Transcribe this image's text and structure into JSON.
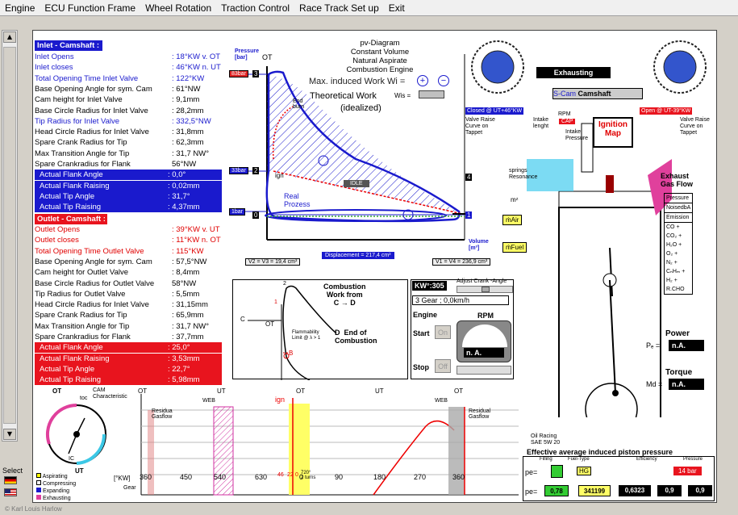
{
  "menu": [
    "Engine",
    "ECU Function Frame",
    "Wheel Rotation",
    "Traction Control",
    "Race Track Set up",
    "Exit"
  ],
  "sidebar": {
    "select_label": "Select",
    "copyright": "© Karl Louis Harlow"
  },
  "inlet": {
    "title": "Inlet - Camshaft :",
    "rows": [
      {
        "label": "Inlet Opens",
        "value": ": 18°KW v. OT",
        "style": "blue"
      },
      {
        "label": "Inlet closes",
        "value": ": 46°KW n. UT",
        "style": "blue"
      },
      {
        "label": "Total Opening Time Inlet Valve",
        "value": ": 122°KW",
        "style": "blue"
      },
      {
        "label": "Base Opening Angle for sym. Cam",
        "value": ": 61°NW",
        "style": ""
      },
      {
        "label": "Cam height for Inlet Valve",
        "value": ": 9,1mm",
        "style": ""
      },
      {
        "label": "Base Circle Radius for Inlet Valve",
        "value": ": 28,2mm",
        "style": ""
      },
      {
        "label": "Tip Radius for Inlet Valve",
        "value": ": 332,5°NW",
        "style": "blue"
      },
      {
        "label": "Head Circle Radius for Inlet Valve",
        "value": ": 31,8mm",
        "style": ""
      },
      {
        "label": "Spare Crank Radius for Tip",
        "value": ": 62,3mm",
        "style": ""
      },
      {
        "label": "Max Transition Angle for Tip",
        "value": ": 31,7 NW°",
        "style": ""
      },
      {
        "label": "Spare Crankradius for Flank",
        "value": "56°NW",
        "style": ""
      }
    ],
    "actual": [
      {
        "label": "Actual Flank Angle",
        "value": ": 0,0°"
      },
      {
        "label": "Actual Flank Raising",
        "value": ": 0,02mm"
      },
      {
        "label": "Actual Tip Angle",
        "value": ": 31,7°"
      },
      {
        "label": "Actual Tip Raising",
        "value": ": 4,37mm"
      }
    ]
  },
  "outlet": {
    "title": "Outlet - Camshaft :",
    "rows": [
      {
        "label": "Outlet Opens",
        "value": ": 39°KW v. UT",
        "style": "red"
      },
      {
        "label": "Outlet closes",
        "value": ": 11°KW n. OT",
        "style": "red"
      },
      {
        "label": "Total Opening Time Outlet Valve",
        "value": ": 115°KW",
        "style": "red"
      },
      {
        "label": "Base Opening Angle for sym. Cam",
        "value": ": 57,5°NW",
        "style": ""
      },
      {
        "label": "Cam height for Outlet Valve",
        "value": ": 8,4mm",
        "style": ""
      },
      {
        "label": "Base Circle Radius for Outlet Valve",
        "value": "58°NW",
        "style": ""
      },
      {
        "label": "Tip Radius for Outlet Valve",
        "value": ": 5,5mm",
        "style": ""
      },
      {
        "label": "Head Circle Radius for Inlet Valve",
        "value": ": 31,15mm",
        "style": ""
      },
      {
        "label": "Spare Crank Radius for Tip",
        "value": ": 65,9mm",
        "style": ""
      },
      {
        "label": "Max Transition Angle for Tip",
        "value": ": 31,7 NW°",
        "style": ""
      },
      {
        "label": "Spare Crankradius for Flank",
        "value": ": 37,7mm",
        "style": ""
      }
    ],
    "actual": [
      {
        "label": "Actual Flank Angle",
        "value": ": 25,0°"
      },
      {
        "label": "Actual Flank Raising",
        "value": ": 3,53mm"
      },
      {
        "label": "Actual Tip Angle",
        "value": ": 22,7°"
      },
      {
        "label": "Actual Tip Raising",
        "value": ": 5,98mm"
      }
    ]
  },
  "pv": {
    "pressure_axis": "Pressure\n[bar]",
    "ot": "OT",
    "title_lines": [
      "pv-Diagram",
      "Constant Volume",
      "Natural Aspirate",
      "Combustion Engine"
    ],
    "max_work": "Max. induced Work Wi =",
    "theoretical": "Theoretical Work",
    "idealized": "(idealized)",
    "wis": "Wis =",
    "end_burn": "End\nburn",
    "ign": "ign",
    "idle": "IDLE",
    "real": "Real\nProzess",
    "p83": "83bar",
    "p33": "33bar",
    "p1": "1bar",
    "n3": "3",
    "n2": "2",
    "n0": "0",
    "n4": "4",
    "n1": "1",
    "vol_axis": "Volume\n[m³]",
    "v2": "V2 = V3 = 19,4 cm³",
    "displacement": "Displacement = 217,4 cm³",
    "v1": "V1 = V4 = 236,9 cm³"
  },
  "combustion": {
    "title": "Combustion\nWork from\nC → D",
    "c": "C",
    "ot": "OT",
    "d_label": "D  End of\nCombustion",
    "flam": "Flammability\nLimit @ λ > 1",
    "b": "B",
    "n1": "1",
    "n2": "2"
  },
  "controls": {
    "kw": "KW°:305",
    "adjust": "Adjust Crank -Angle",
    "gear": "3 Gear ; 0,0km/h",
    "engine": "Engine",
    "start": "Start",
    "on": "On",
    "rpm": "RPM",
    "na": "n. A.",
    "stop": "Stop",
    "off": "Off"
  },
  "engine": {
    "exhausting": "Exhausting",
    "scam": "S-Cam",
    "camshaft": "Camshaft",
    "closed": "Closed @ UT+46°KW",
    "open": "Open @ UT-39°KW",
    "raise_l": "Valve Raise\nCurve on\nTappet",
    "raise_r": "Valve Raise\nCurve on\nTappet",
    "intake_len": "Intake\nlenght",
    "rpm": "RPM",
    "cap": "CAP",
    "intake_p": "Intake\nPressure",
    "ignition_map": "Ignition\nMap",
    "springs": "springs\nResonance",
    "exhaust_gas": "Exhaust\nGas Flow",
    "emission": [
      "Pressure",
      "NoisedbA",
      "Emission",
      "CO  +",
      "CO₂ +",
      "H₂O +",
      "O₂  +",
      "N₂  +",
      "CₙHₘ +",
      "H₂  +",
      "R.CHO"
    ],
    "power": "Power",
    "pe": "Pₑ =",
    "power_val": "n.A.",
    "torque": "Torque",
    "md": "Md =",
    "torque_val": "n.A.",
    "oil": "Oil Racing\nSAE 5W 20",
    "mz": "mᶻ",
    "mair": "ṁAir",
    "mfuel": "ṁFuel"
  },
  "timing": {
    "cam_label": "CAM\nCharacteristic",
    "ot": "OT",
    "ut": "UT",
    "toc": "toc",
    "ic": "IC",
    "legend": [
      "Aspirating",
      "Compressing",
      "Expanding",
      "Exhausting"
    ],
    "legend_ut": "UT",
    "kw": "[°KW]",
    "gear": "Gear",
    "ign": "ign",
    "webe": "WEB",
    "residual": "Residua\nGasflow",
    "residual2": "Residual\nGasflow",
    "turns": "720°\n2 turns",
    "tick_labels": [
      "360",
      "450",
      "540",
      "630",
      "0",
      "90",
      "180",
      "270",
      "360"
    ],
    "ign_marks": [
      "46",
      "22",
      "0"
    ]
  },
  "piston_pressure": {
    "title": "Effective average induced piston pressure",
    "cols": [
      "Filling",
      "Fuel-Type",
      "Efficiency",
      "Pressure"
    ],
    "pe": "pe=",
    "val_bar": "14 bar",
    "row2": [
      "0,78",
      "341199",
      "0,6323",
      "0,9",
      "0,9"
    ],
    "hg": "HG"
  },
  "colors": {
    "blue": "#1a1acd",
    "red": "#e8141e",
    "yellow": "#ffff66",
    "green": "#33cc33",
    "magenta": "#e0409c",
    "cyan": "#3cc8e6"
  }
}
